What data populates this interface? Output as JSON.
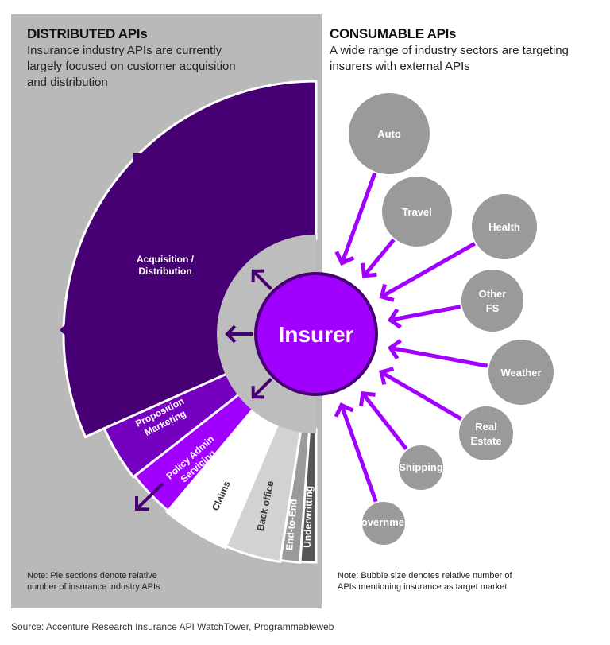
{
  "left": {
    "title": "DISTRIBUTED APIs",
    "subtitle_lines": [
      "Insurance industry APIs are currently",
      "largely focused on customer acquisition",
      "and distribution"
    ],
    "note_lines": [
      "Note: Pie sections denote relative",
      "number of insurance industry APIs"
    ],
    "wedges": [
      {
        "label_lines": [
          "Acquisition /",
          "Distribution"
        ],
        "color": "#460073"
      },
      {
        "label_lines": [
          "Proposition",
          "Marketing"
        ],
        "color": "#7500c0"
      },
      {
        "label_lines": [
          "Policy Admin",
          "Servicing"
        ],
        "color": "#a100ff"
      },
      {
        "label_lines": [
          "Claims"
        ],
        "color": "#ffffff"
      },
      {
        "label_lines": [
          "Back office"
        ],
        "color": "#d2d2d2"
      },
      {
        "label_lines": [
          "End-to-End"
        ],
        "color": "#9a9a9a"
      },
      {
        "label_lines": [
          "Underwritting"
        ],
        "color": "#555555"
      }
    ]
  },
  "center": {
    "label": "Insurer",
    "color": "#a100ff",
    "border": "#460073"
  },
  "right": {
    "title": "CONSUMABLE APIs",
    "subtitle_lines": [
      "A wide range of industry sectors are targeting",
      "insurers with external APIs"
    ],
    "note_lines": [
      "Note: Bubble size denotes relative number of",
      "APIs mentioning insurance as target market"
    ],
    "bubbles": [
      {
        "label_lines": [
          "Auto"
        ]
      },
      {
        "label_lines": [
          "Travel"
        ]
      },
      {
        "label_lines": [
          "Health"
        ]
      },
      {
        "label_lines": [
          "Other",
          "FS"
        ]
      },
      {
        "label_lines": [
          "Weather"
        ]
      },
      {
        "label_lines": [
          "Real",
          "Estate"
        ]
      },
      {
        "label_lines": [
          "Shipping"
        ]
      },
      {
        "label_lines": [
          "Government"
        ]
      }
    ],
    "bubble_color": "#9a9a9a",
    "arrow_color": "#a100ff"
  },
  "source": "Source: Accenture Research Insurance API WatchTower, Programmableweb"
}
